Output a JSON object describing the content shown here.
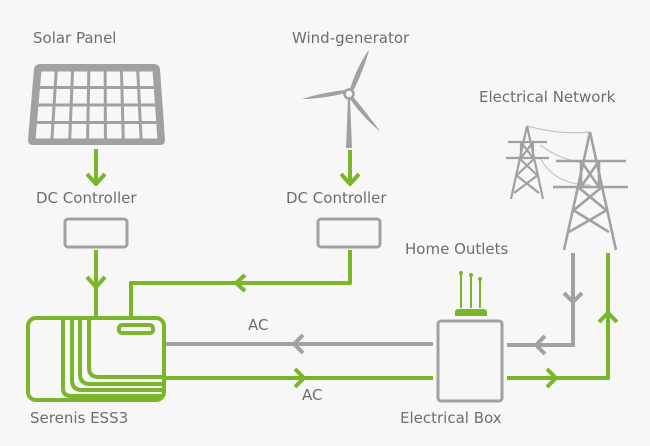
{
  "labels": {
    "solar_panel": "Solar Panel",
    "wind_generator": "Wind-generator",
    "electrical_network": "Electrical Network",
    "dc_controller_left": "DC Controller",
    "dc_controller_right": "DC Controller",
    "home_outlets": "Home Outlets",
    "ac_top": "AC",
    "ac_bottom": "AC",
    "ess": "Serenis ESS3",
    "electrical_box": "Electrical Box"
  },
  "colors": {
    "green": "#7ab62a",
    "gray": "#a1a1a1",
    "text": "#6e6e6e",
    "background": "#f7f7f7"
  },
  "icons": {
    "solar": "solar-panel-icon",
    "wind": "wind-turbine-icon",
    "pylon": "power-pylon-icon",
    "outlet": "home-outlet-icon"
  }
}
